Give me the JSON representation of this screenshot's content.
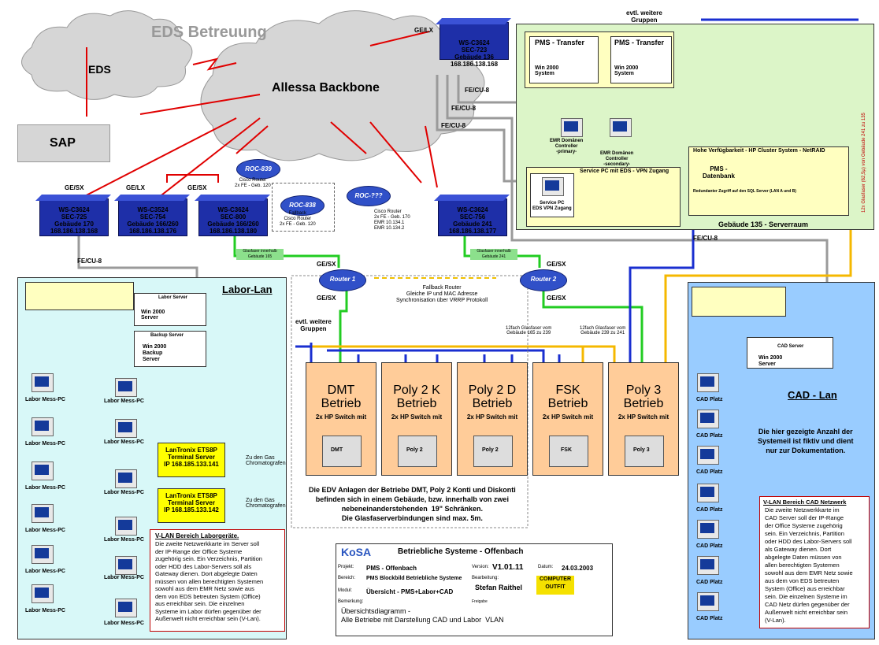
{
  "title": "EDS Betreuung",
  "clouds": {
    "eds": "EDS",
    "backbone": "Allessa Backbone"
  },
  "sap": "SAP",
  "links": {
    "ge_lx": "GE/LX",
    "ge_sx": "GE/SX",
    "fe_cu8": "FE/CU-8",
    "glasfaser165": "Glasfaser innerhalb Gebäude 165",
    "glasfaser241": "Glasfaser innerhalb Gebäude 241"
  },
  "switches": {
    "s723": [
      "WS-C3624",
      "SEC-723",
      "Gebäude 136",
      "168.186.138.168"
    ],
    "s725": [
      "WS-C3624",
      "SEC-725",
      "Gebäude 170",
      "168.186.138.168"
    ],
    "s754": [
      "WS-C3524",
      "SEC-754",
      "Gebäude 166/260",
      "168.186.138.176"
    ],
    "s800": [
      "WS-C3624",
      "SEC-800",
      "Gebäude 166/260",
      "168.186.138.180"
    ],
    "s756": [
      "WS-C3624",
      "SEC-756",
      "Gebäude 241",
      "168.186.138.177"
    ]
  },
  "routers": {
    "r839": "ROC-839",
    "r839_desc": "Cisco Router\n2x FE - Geb. 120",
    "r838": "ROC-838",
    "r838_desc": "Fallback\nCisco Router\n2x FE - Geb. 120",
    "rq": "ROC-???",
    "rq_desc": "Cisco Router\n2x FE - Geb. 170\nEMR 10.134.1\nEMR 10.134.2",
    "r1": "Router 1",
    "r2": "Router 2",
    "fallback": "Fallback Router\nGleiche IP und MAC Adresse\nSynchronisation über VRRP Protokoll"
  },
  "serverraum": {
    "title": "Gebäude 135 - Serverraum",
    "weitere": "evtl. weitere\nGruppen",
    "pms1": "PMS - Transfer",
    "pms2": "PMS - Transfer",
    "win1": "Win 2000\nSystem",
    "win2": "Win 2000\nSystem",
    "emr1": "EMR Domänen\nController\n-primary-",
    "emr2": "EMR Domänen\nController\n-secondary-",
    "service_title": "Service PC mit EDS - VPN Zugang",
    "service_pc": "Service PC\nEDS VPN Zugang",
    "cluster": "Hohe Verfügbarkeit - HP Cluster System - NetRAID",
    "pmsdb": "PMS -\nDatenbank",
    "redundant": "Redundanter Zugriff auf den SQL Server (LAN A und B)",
    "side": "12x Glasfaser (62,5µ) von Gebäude 241 zu 135"
  },
  "labor": {
    "title": "Labor-Lan",
    "labor_server": "Labor Server",
    "win_srv": "Win 2000\nServer",
    "backup": "Backup Server",
    "backup_srv": "Win 2000\nBackup\nServer",
    "lantronix": "LanTronix ETS8P\nTerminal Server\nIP 168.185.133.141",
    "lantronix2": "LanTronix ETS8P\nTerminal Server\nIP 168.185.133.142",
    "gas1": "Zu den Gas\nChromatografen",
    "gas2": "Zu den Gas\nChromatografen",
    "pc": "Labor Mess-PC",
    "vlan_title": "V-LAN Bereich Laborgeräte.",
    "vlan_text": "Die zweite Netzwerkkarte im Server soll\nder IP-Range der Office Systeme\nzugehörig sein. Ein Verzeichnis, Partition\noder HDD des Labor-Servers soll als\nGateway dienen. Dort abgelegte Daten\nmüssen von allen berechtigten Systemen\nsowohl aus dem EMR Netz sowie aus\ndem von EDS betreuten System (Office)\naus erreichbar sein. Die einzelnen\nSysteme im Labor dürfen gegenüber der\nAußenwelt nicht erreichbar sein (V-Lan)."
  },
  "betriebe": [
    {
      "name": "DMT\nBetrieb",
      "badge": "DMT"
    },
    {
      "name": "Poly 2 K\nBetrieb",
      "badge": "Poly 2"
    },
    {
      "name": "Poly 2 D\nBetrieb",
      "badge": "Poly 2"
    },
    {
      "name": "FSK\nBetrieb",
      "badge": "FSK"
    },
    {
      "name": "Poly 3\nBetrieb",
      "badge": "Poly 3"
    }
  ],
  "betrieb_switch": "2x HP Switch mit",
  "weitere2": "evtl. weitere\nGruppen",
  "glasfaser_a": "12fach Glasfaser vom\nGebäude 165 zu 239",
  "glasfaser_b": "12fach Glasfaser vom\nGebäude 239 zu 241",
  "edv_note": "Die EDV Anlagen der Betriebe DMT, Poly 2 Konti und Diskonti\nbefinden sich in einem Gebäude, bzw. innerhalb von zwei\nnebeneinanderstehenden  19\" Schränken.\nDie Glasfaserverbindungen sind max. 5m.",
  "cad": {
    "title": "CAD - Lan",
    "server": "CAD Server",
    "win": "Win 2000\nServer",
    "platz": "CAD Platz",
    "note": "Die hier gezeigte Anzahl der\nSystemeil ist fiktiv und dient\nnur zur Dokumentation.",
    "vlan_title": "V-LAN Bereich CAD Netzwerk",
    "vlan_text": "Die zweite Netzwerkkarte im\nCAD Server soll der IP-Range\nder Office Systeme zugehörig\nsein. Ein Verzeichnis, Partition\noder HDD des Labor-Servers soll\nals Gateway dienen. Dort\nabgelegte Daten müssen von\nallen berechtigten Systemen\nsowohl aus dem EMR Netz sowie\naus dem von EDS betreuten\nSystem (Office) aus erreichbar\nsein. Die einzelnen Systeme im\nCAD Netz dürfen gegenüber der\nAußenwelt nicht erreichbar sein\n(V-Lan)."
  },
  "titleblock": {
    "logo": "KoSA",
    "header": "Betriebliche Systeme - Offenbach",
    "projekt_lbl": "Projekt:",
    "projekt": "PMS - Offenbach",
    "version_lbl": "Version:",
    "version": "V1.01.11",
    "datum_lbl": "Datum:",
    "datum": "24.03.2003",
    "bereich_lbl": "Bereich:",
    "bereich": "PMS Blockbild Betriebliche Systeme",
    "bearb_lbl": "Bearbeitung:",
    "bearb": "Stefan Raithel",
    "modul_lbl": "Modul:",
    "modul": "Übersicht - PMS+Labor+CAD",
    "company": "COMPUTER\nOUTFIT",
    "bem_lbl": "Bemerkung:",
    "bem": "Übersichtsdiagramm -\nAlle Betriebe mit Darstellung CAD und Labor  VLAN",
    "freigabe": "Freigabe"
  }
}
